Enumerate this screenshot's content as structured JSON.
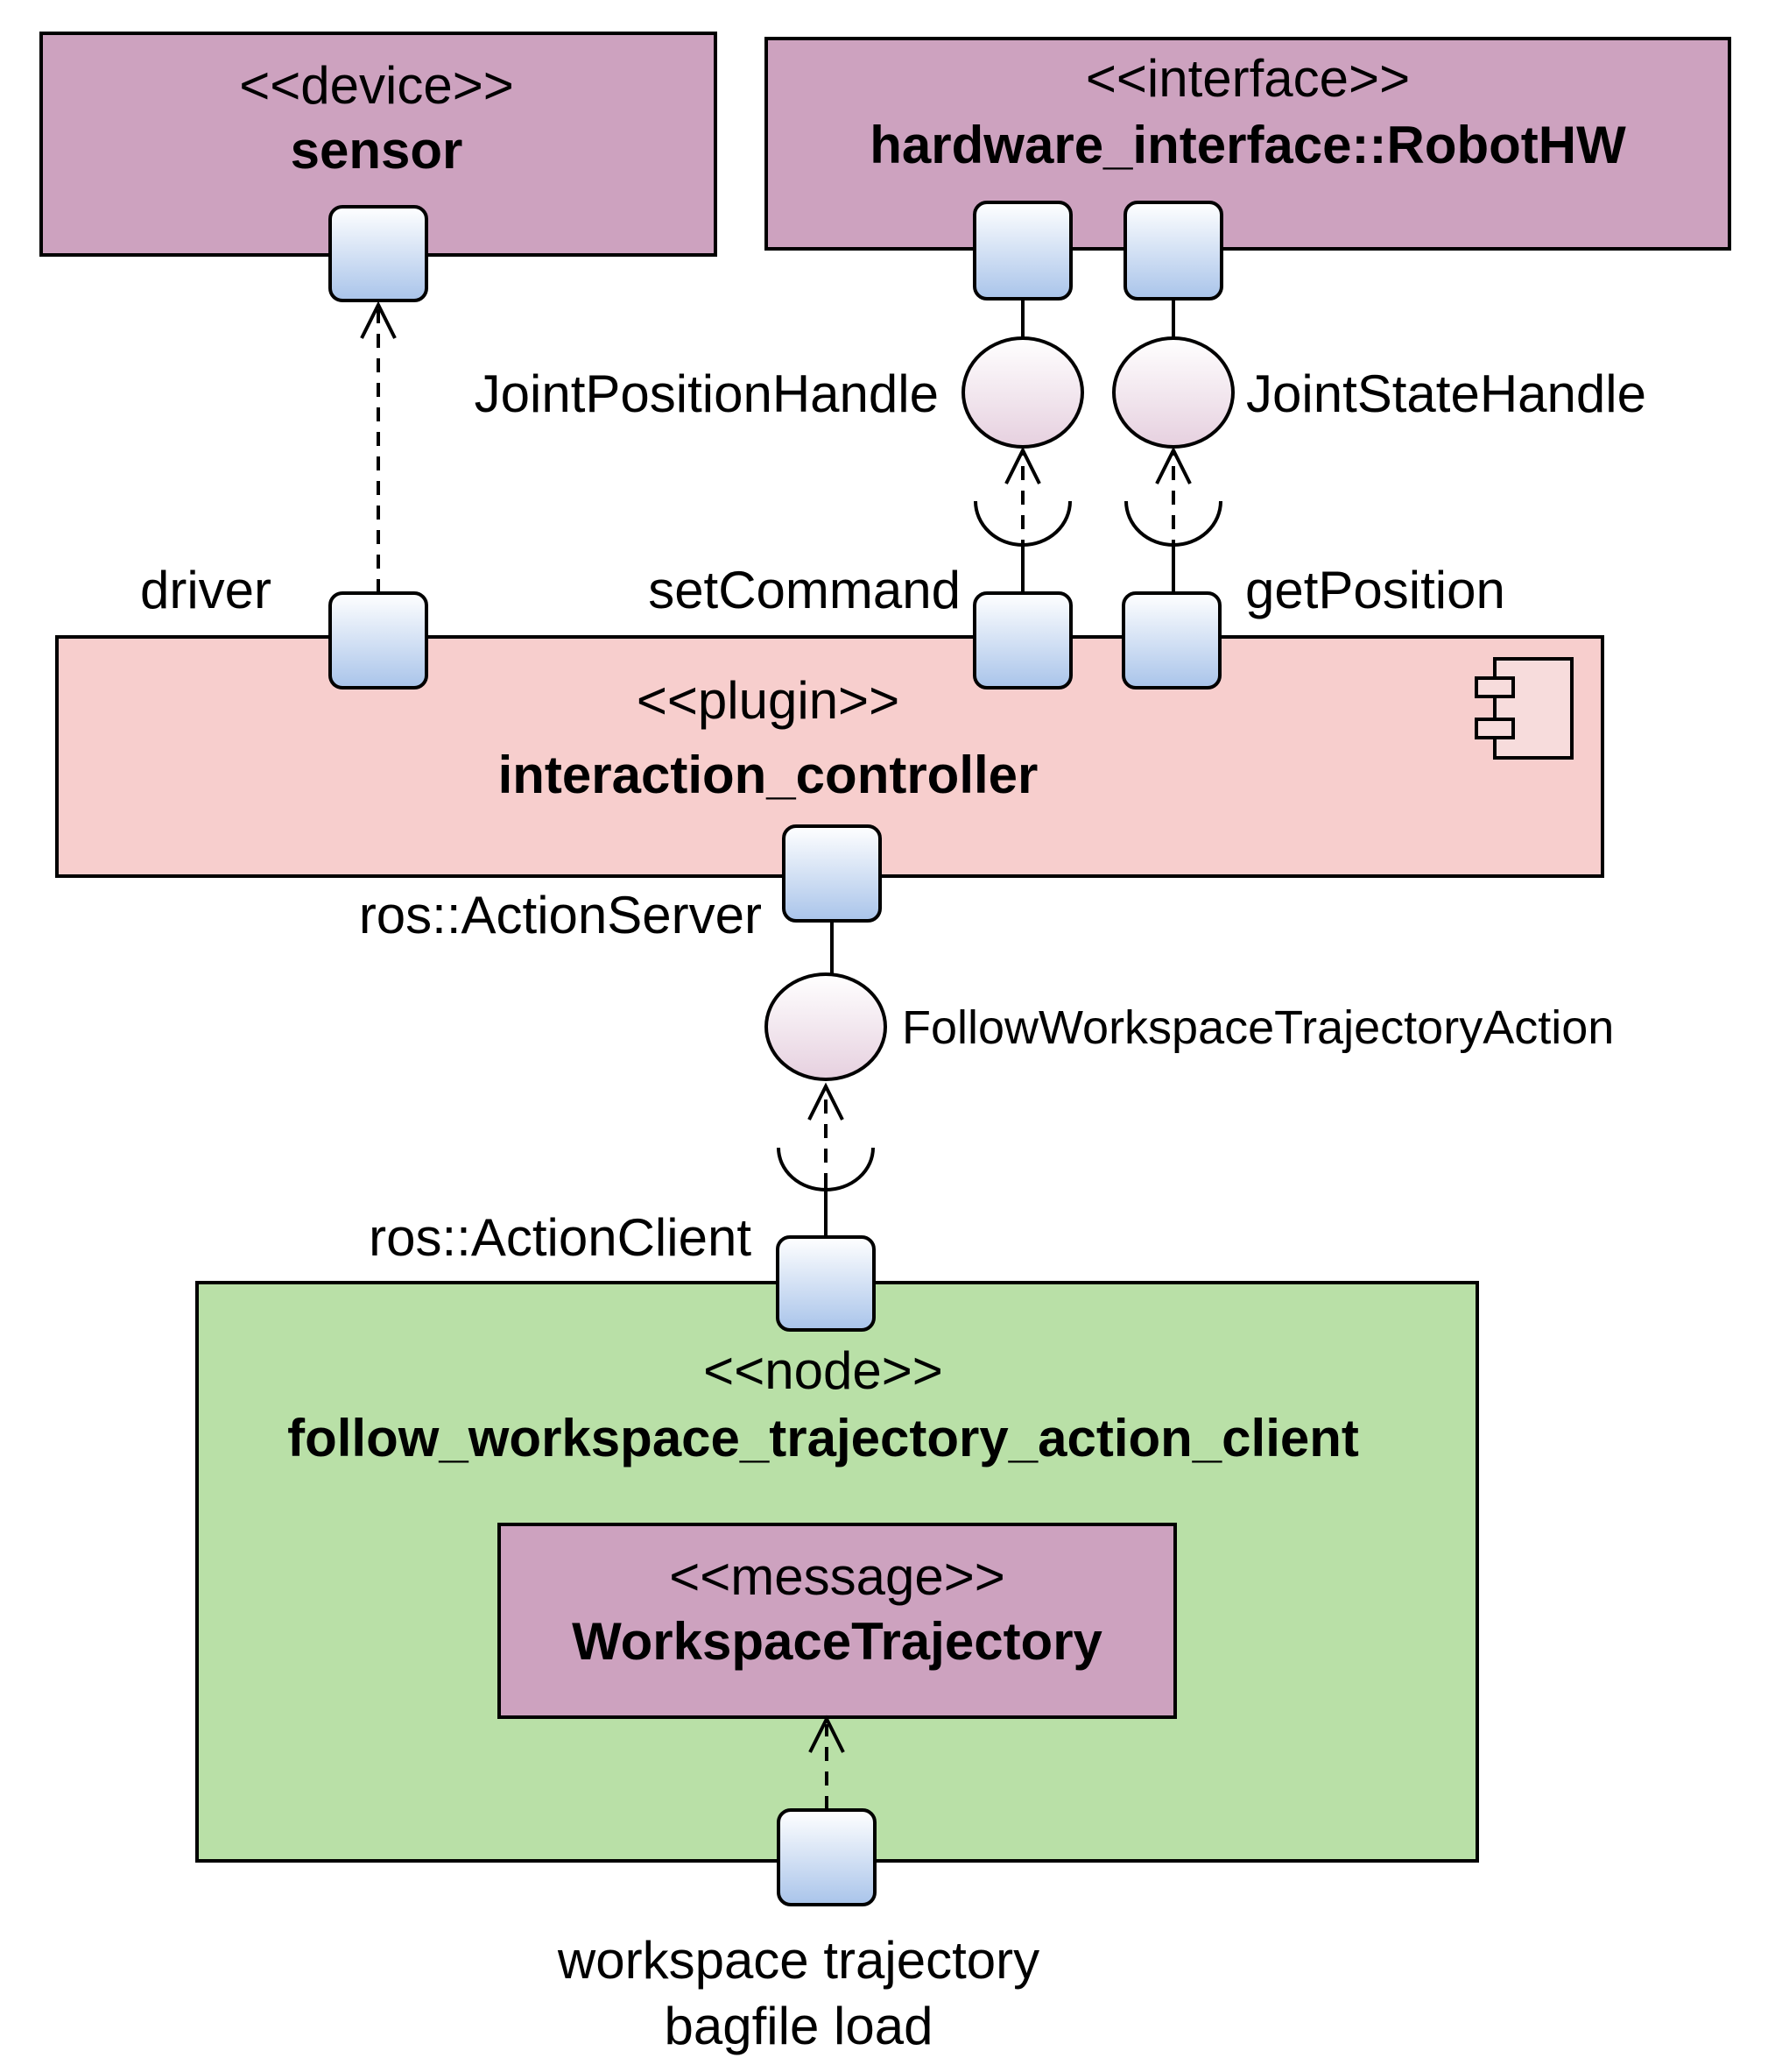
{
  "colors": {
    "device_fill": "#cda2bf",
    "plugin_fill": "#f7cecd",
    "node_fill": "#b9e0a7",
    "port_top": "#ffffff",
    "port_bottom": "#a9c4ea",
    "interface_top": "#ffffff",
    "interface_bottom": "#e6d0df",
    "stroke": "#000000"
  },
  "sensor": {
    "stereotype": "<<device>>",
    "name": "sensor"
  },
  "robot_hw": {
    "stereotype": "<<interface>>",
    "name": "hardware_interface::RobotHW"
  },
  "interfaces": {
    "joint_position": "JointPositionHandle",
    "joint_state": "JointStateHandle",
    "follow_action": "FollowWorkspaceTrajectoryAction"
  },
  "ports": {
    "driver": "driver",
    "set_command": "setCommand",
    "get_position": "getPosition",
    "action_server": "ros::ActionServer",
    "action_client": "ros::ActionClient",
    "bagfile_line1": "workspace trajectory",
    "bagfile_line2": "bagfile load"
  },
  "controller": {
    "stereotype": "<<plugin>>",
    "name": "interaction_controller",
    "icon": "component-icon"
  },
  "client_node": {
    "stereotype": "<<node>>",
    "name": "follow_workspace_trajectory_action_client"
  },
  "message": {
    "stereotype": "<<message>>",
    "name": "WorkspaceTrajectory"
  }
}
